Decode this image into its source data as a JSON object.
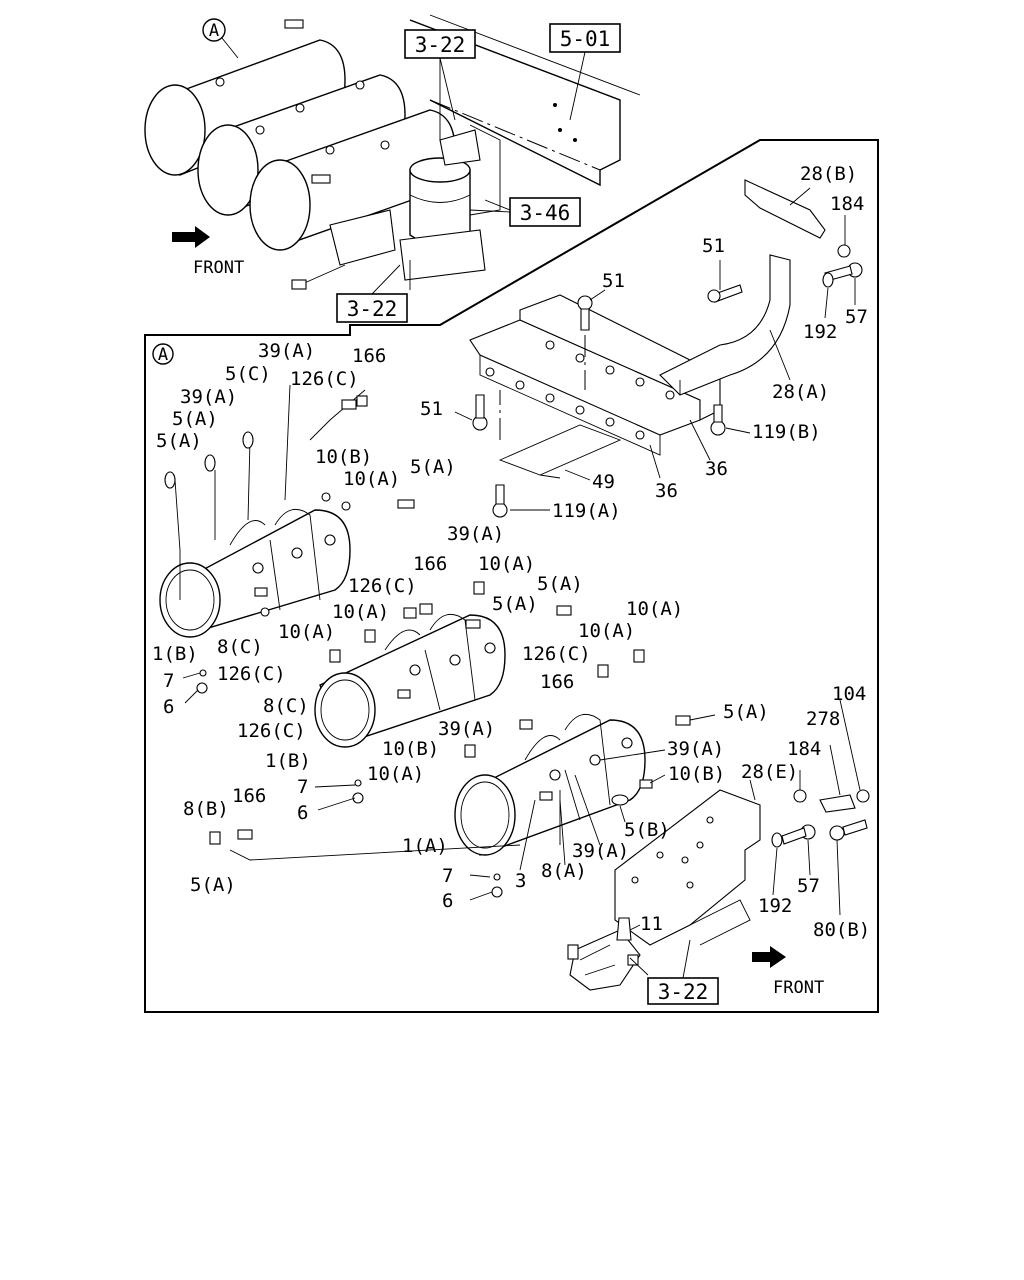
{
  "refs": {
    "r322_top": "3-22",
    "r501": "5-01",
    "r346": "3-46",
    "r322_mid": "3-22",
    "r322_bot": "3-22"
  },
  "front": {
    "top": "FRONT",
    "bottom": "FRONT"
  },
  "detail_marker": "A",
  "labels": {
    "l28B": "28(B)",
    "l184a": "184",
    "l51a": "51",
    "l51b": "51",
    "l57a": "57",
    "l192a": "192",
    "l28A": "28(A)",
    "l51c": "51",
    "l119B": "119(B)",
    "l36a": "36",
    "l36b": "36",
    "l49": "49",
    "l119A": "119(A)",
    "l39A_1": "39(A)",
    "l166_1": "166",
    "l5C": "5(C)",
    "l126C_1": "126(C)",
    "l39A_2": "39(A)",
    "l5A_1": "5(A)",
    "l5A_2": "5(A)",
    "l10B_1": "10(B)",
    "l10A_1": "10(A)",
    "l5A_3": "5(A)",
    "l39A_3": "39(A)",
    "l166_2": "166",
    "l10A_2": "10(A)",
    "l126C_2": "126(C)",
    "l5A_4": "5(A)",
    "l5A_5": "5(A)",
    "l10A_3": "10(A)",
    "l10A_4": "10(A)",
    "l10A_5": "10(A)",
    "l10A_6": "10(A)",
    "l1B_1": "1(B)",
    "l8C_1": "8(C)",
    "l126C_3": "126(C)",
    "l7_1": "7",
    "l6_1": "6",
    "l126C_4": "126(C)",
    "l166_3": "166",
    "l8C_2": "8(C)",
    "l126C_5": "126(C)",
    "l1B_2": "1(B)",
    "l10B_2": "10(B)",
    "l39A_4": "39(A)",
    "l10A_7": "10(A)",
    "l5A_6": "5(A)",
    "l39A_5": "39(A)",
    "l104": "104",
    "l278": "278",
    "l184b": "184",
    "l28E": "28(E)",
    "l10B_3": "10(B)",
    "l7_2": "7",
    "l6_2": "6",
    "l8B": "8(B)",
    "l166_4": "166",
    "l5B": "5(B)",
    "l5A_7": "5(A)",
    "l1A": "1(A)",
    "l39A_6": "39(A)",
    "l3": "3",
    "l8A": "8(A)",
    "l7_3": "7",
    "l6_3": "6",
    "l57b": "57",
    "l192b": "192",
    "l80B": "80(B)",
    "l11": "11"
  }
}
